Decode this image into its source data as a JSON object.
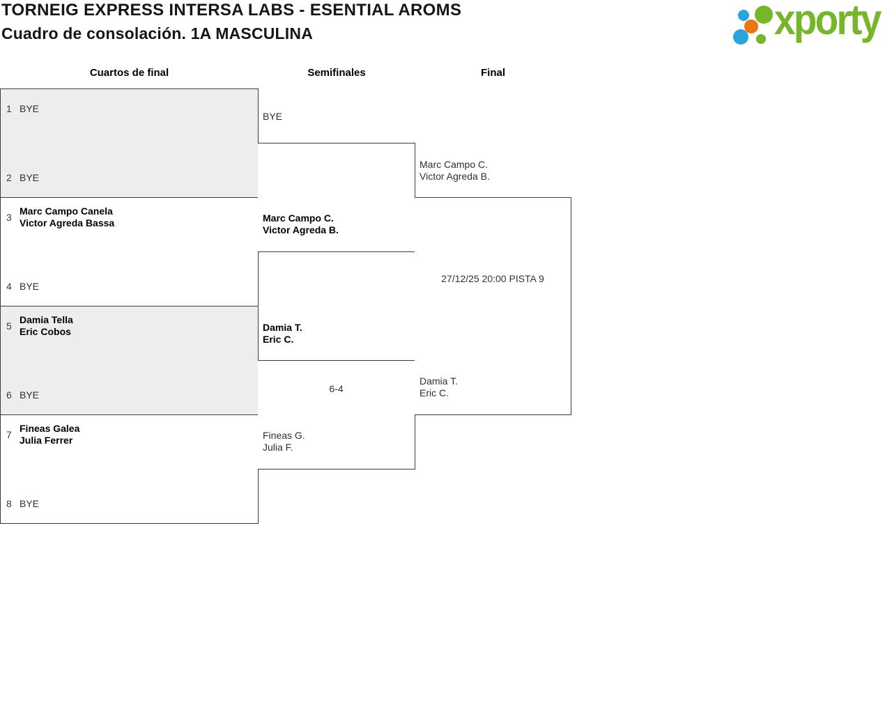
{
  "header": {
    "title": "TORNEIG EXPRESS INTERSA LABS - ESENTIAL AROMS",
    "subtitle": "Cuadro de consolación. 1A MASCULINA"
  },
  "logo": {
    "text": "xporty"
  },
  "colors": {
    "brand_green": "#77b62a",
    "brand_blue": "#29a5dc",
    "brand_orange": "#e8780f",
    "alt_box_bg": "#ededed",
    "line": "#3c3c3c"
  },
  "rounds": [
    {
      "label": "Cuartos de final"
    },
    {
      "label": "Semifinales"
    },
    {
      "label": "Final"
    }
  ],
  "bracket": {
    "quarterfinals": [
      {
        "top": {
          "seed": "1",
          "line1": "BYE"
        },
        "bottom": {
          "seed": "2",
          "line1": "BYE"
        }
      },
      {
        "top": {
          "seed": "3",
          "line1": "Marc Campo Canela",
          "line2": "Victor Agreda Bassa"
        },
        "bottom": {
          "seed": "4",
          "line1": "BYE"
        }
      },
      {
        "top": {
          "seed": "5",
          "line1": "Damia Tella",
          "line2": "Eric Cobos"
        },
        "bottom": {
          "seed": "6",
          "line1": "BYE"
        }
      },
      {
        "top": {
          "seed": "7",
          "line1": "Fineas Galea",
          "line2": "Julia Ferrer"
        },
        "bottom": {
          "seed": "8",
          "line1": "BYE"
        }
      }
    ],
    "semifinals": [
      {
        "top": {
          "line1": "BYE"
        },
        "bottom": {
          "line1": "Marc Campo C.",
          "line2": "Victor Agreda B."
        }
      },
      {
        "top": {
          "line1": "Damia T.",
          "line2": "Eric C."
        },
        "bottom": {
          "line1": "Fineas G.",
          "line2": "Julia F."
        },
        "score": "6-4"
      }
    ],
    "final": {
      "top": {
        "line1": "Marc Campo C.",
        "line2": "Victor Agreda B."
      },
      "bottom": {
        "line1": "Damia T.",
        "line2": "Eric C."
      },
      "schedule": "27/12/25 20:00 PISTA 9"
    }
  }
}
